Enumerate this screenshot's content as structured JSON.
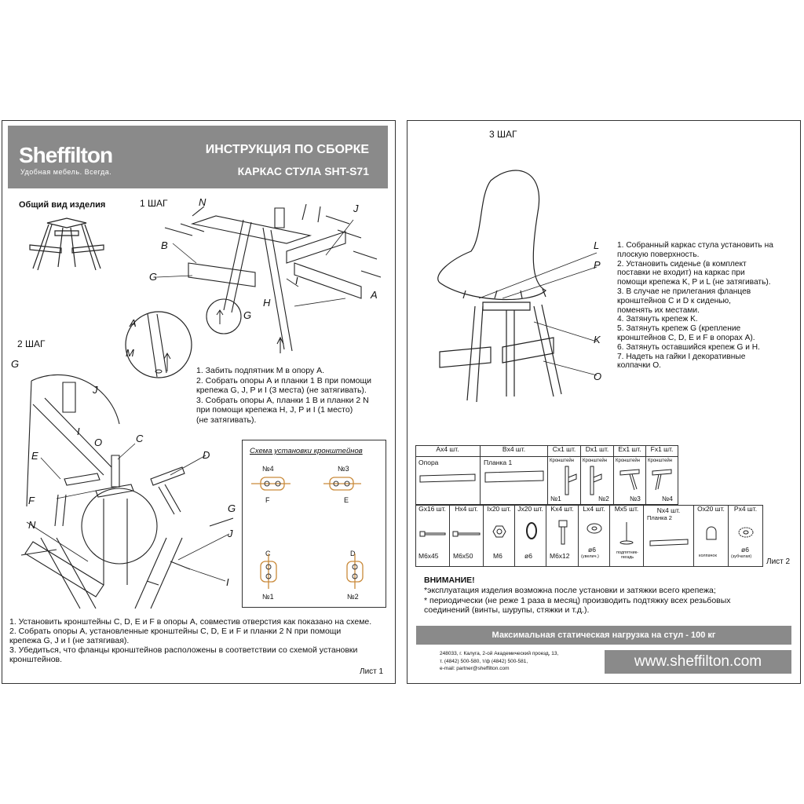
{
  "sheet1": {
    "logo": "Sheffilton",
    "tagline": "Удобная мебель. Всегда.",
    "title1": "ИНСТРУКЦИЯ ПО СБОРКЕ",
    "title2": "КАРКАС СТУЛА SHT-S71",
    "overview": "Общий вид изделия",
    "step1": "1 ШАГ",
    "step2": "2 ШАГ",
    "step1_text": [
      "1. Забить подпятник М в опору А.",
      "2. Собрать опоры А и планки 1 В при помощи",
      "    крепежа G, J, P и I (3 места) (не затягивать).",
      "3. Собрать опоры А, планки 1 В и планки 2 N",
      "    при помощи крепежа H, J, P и I (1 место)",
      "    (не затягивать)."
    ],
    "labels_step1": [
      "N",
      "B",
      "G",
      "A",
      "M",
      "G",
      "H",
      "I",
      "J",
      "A"
    ],
    "labels_step2": [
      "G",
      "J",
      "I",
      "O",
      "C",
      "D",
      "E",
      "F",
      "N",
      "G",
      "J",
      "I"
    ],
    "scheme_title": "Схема установки кронштейнов",
    "scheme": [
      "№4",
      "№3",
      "F",
      "E",
      "C",
      "D",
      "№1",
      "№2"
    ],
    "bottom_text": [
      "1. Установить кронштейны C, D, E и F в опоры А, совместив отверстия как показано на схеме.",
      "2. Собрать опоры А, установленные кронштейны C, D, E и F и планки 2 N при помощи",
      "    крепежа G, J и I (не затягивая).",
      "3. Убедиться, что фланцы кронштейнов расположены в соответствии со схемой установки",
      "    кронштейнов."
    ],
    "sheet_no": "Лист 1"
  },
  "sheet2": {
    "step3": "3 ШАГ",
    "labels": [
      "L",
      "P",
      "K",
      "O"
    ],
    "steps": [
      "1. Собранный каркас стула установить на",
      "    плоскую поверхность.",
      "2. Установить сиденье (в комплект",
      "    поставки не входит) на каркас при",
      "    помощи крепежа K, P и L (не затягивать).",
      "3. В случае не прилегания фланцев",
      "    кронштейнов C и D к сиденью,",
      "    поменять их местами.",
      "4. Затянуть крепеж K.",
      "5. Затянуть крепеж G (крепление",
      "    кронштейнов C, D, E и F в опорах А).",
      "6. Затянуть оставшийся крепеж G и H.",
      "7. Надеть на гайки I декоративные",
      "    колпачки O."
    ],
    "parts_row1": [
      {
        "head": "Ax4 шт.",
        "name": "Опора"
      },
      {
        "head": "Bx4 шт.",
        "name": "Планка 1"
      },
      {
        "head": "Cx1 шт.",
        "name": "Кронштейн",
        "num": "№1"
      },
      {
        "head": "Dx1 шт.",
        "name": "Кронштейн",
        "num": "№2"
      },
      {
        "head": "Ex1 шт.",
        "name": "Кронштейн",
        "num": "№3"
      },
      {
        "head": "Fx1 шт.",
        "name": "Кронштейн",
        "num": "№4"
      }
    ],
    "parts_row2": [
      {
        "head": "Gx16 шт.",
        "sub": "M6x45"
      },
      {
        "head": "Hx4 шт.",
        "sub": "M6x50"
      },
      {
        "head": "Ix20 шт.",
        "sub": "M6"
      },
      {
        "head": "Jx20 шт.",
        "sub": "ø6"
      },
      {
        "head": "Kx4 шт.",
        "sub": "M6x12"
      },
      {
        "head": "Lx4 шт.",
        "sub": "ø6",
        "note": "(увелич.)"
      },
      {
        "head": "Mx5 шт.",
        "note": "подпятник-гвоздь"
      },
      {
        "head": "Nx4 шт.",
        "name": "Планка 2"
      },
      {
        "head": "Ox20 шт.",
        "note": "колпачок"
      },
      {
        "head": "Px4 шт.",
        "sub": "ø6",
        "note": "(зубчатая)"
      }
    ],
    "sheet_no": "Лист 2",
    "warning_title": "ВНИМАНИЕ!",
    "warning_lines": [
      "*эксплуатация изделия возможна после установки и затяжки всего крепежа;",
      "* периодически (не реже 1 раза в месяц) производить подтяжку всех резьбовых",
      "   соединений (винты, шурупы, стяжки и т.д.)."
    ],
    "max_load": "Максимальная статическая нагрузка на стул - 100 кг",
    "address": [
      "248033, г. Калуга, 2-ой Академический проезд, 13,",
      "т. (4842) 500-580, т/ф (4842) 500-581,",
      "e-mail: partner@sheffilton.com"
    ],
    "website": "www.sheffilton.com"
  }
}
